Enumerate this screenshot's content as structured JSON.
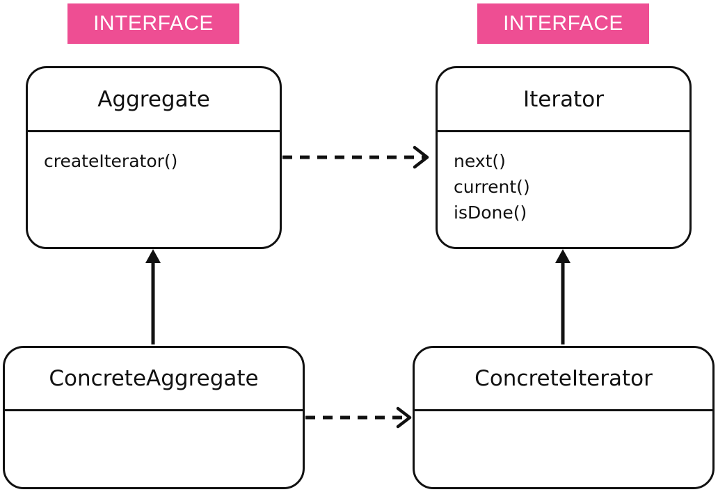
{
  "stereotypes": {
    "left": "INTERFACE",
    "right": "INTERFACE"
  },
  "classes": {
    "aggregate": {
      "name": "Aggregate",
      "operations": [
        "createIterator()"
      ]
    },
    "iterator": {
      "name": "Iterator",
      "operations": [
        "next()",
        "current()",
        "isDone()"
      ]
    },
    "concrete_aggregate": {
      "name": "ConcreteAggregate"
    },
    "concrete_iterator": {
      "name": "ConcreteIterator"
    }
  },
  "colors": {
    "stereotype_fill": "#ee4e93",
    "stroke": "#111111"
  }
}
